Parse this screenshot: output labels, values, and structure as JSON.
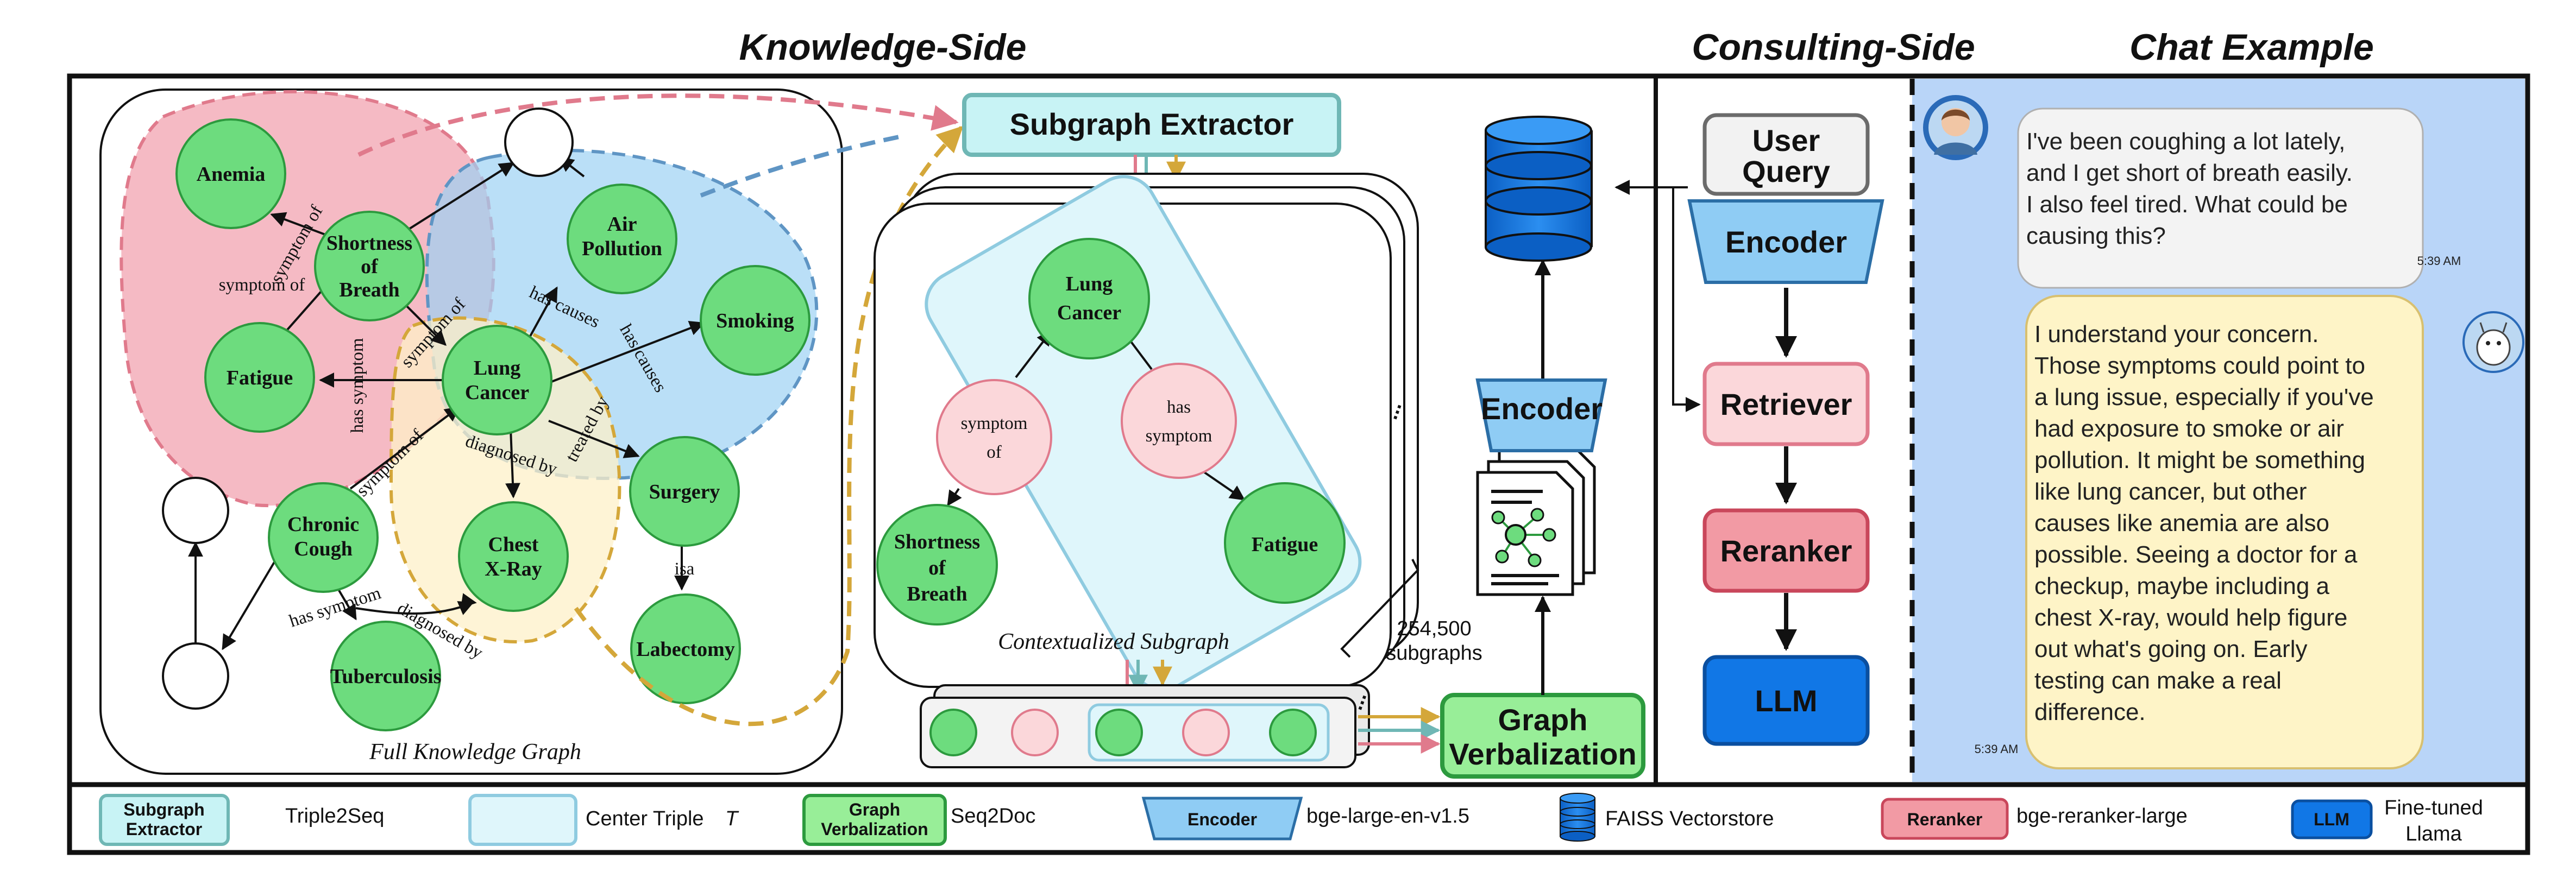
{
  "headers": {
    "knowledge_side": "Knowledge-Side",
    "consulting_side": "Consulting-Side",
    "chat_example": "Chat Example"
  },
  "knowledge_graph": {
    "caption": "Full Knowledge Graph",
    "nodes": {
      "anemia": "Anemia",
      "shortness_of_breath": [
        "Shortness",
        "of",
        "Breath"
      ],
      "fatigue": "Fatigue",
      "lung_cancer": [
        "Lung",
        "Cancer"
      ],
      "air_pollution": [
        "Air",
        "Pollution"
      ],
      "smoking": "Smoking",
      "surgery": "Surgery",
      "chronic_cough": [
        "Chronic",
        "Cough"
      ],
      "chest_xray": [
        "Chest",
        "X-Ray"
      ],
      "labectomy": "Labectomy",
      "tuberculosis": "Tuberculosis"
    },
    "relations": {
      "symptom_of": "symptom of",
      "has_symptom": "has symptom",
      "has_causes": "has causes",
      "diagnosed_by": "diagnosed by",
      "treated_by": "treated by",
      "isa": "isa"
    }
  },
  "subgraph": {
    "extractor_label": "Subgraph Extractor",
    "caption": "Contextualized Subgraph",
    "count": "254,500",
    "count_unit": "subgraphs",
    "nodes": {
      "lung_cancer": [
        "Lung",
        "Cancer"
      ],
      "symptom_of": [
        "symptom",
        "of"
      ],
      "has_symptom": [
        "has",
        "symptom"
      ],
      "shortness_of_breath": [
        "Shortness",
        "of",
        "Breath"
      ],
      "fatigue": "Fatigue"
    },
    "ellipsis": "..."
  },
  "pipeline": {
    "encoder_label": "Encoder",
    "graph_verbalization": [
      "Graph",
      "Verbalization"
    ]
  },
  "consulting": {
    "user_query": [
      "User",
      "Query"
    ],
    "encoder": "Encoder",
    "retriever": "Retriever",
    "reranker": "Reranker",
    "llm": "LLM"
  },
  "chat": {
    "user_message": [
      "I've been coughing a lot lately,",
      "and I get short of breath easily.",
      "I also feel tired. What could be",
      "causing this?"
    ],
    "user_time": "5:39 AM",
    "bot_message": [
      "I understand your concern.",
      "Those symptoms could point to",
      "a lung issue, especially if you've",
      "had exposure to smoke or air",
      "pollution. It might be something",
      "like lung cancer, but other",
      "causes like anemia are also",
      "possible. Seeing a doctor for a",
      "checkup, maybe including a",
      "chest X-ray, would help figure",
      "out what's going on. Early",
      "testing can make a real",
      "difference."
    ],
    "bot_time": "5:39 AM"
  },
  "legend": {
    "subgraph_extractor": [
      "Subgraph",
      "Extractor"
    ],
    "triple2seq": "Triple2Seq",
    "center_triple": "Center Triple",
    "center_triple_symbol": "T",
    "graph_verbalization": [
      "Graph",
      "Verbalization"
    ],
    "seq2doc": "Seq2Doc",
    "encoder": "Encoder",
    "encoder_model": "bge-large-en-v1.5",
    "faiss": "FAISS Vectorstore",
    "reranker": "Reranker",
    "reranker_model": "bge-reranker-large",
    "llm": "LLM",
    "llm_model": [
      "Fine-tuned",
      "Llama"
    ]
  },
  "colors": {
    "node_green": "#6ddc7e",
    "node_green_stroke": "#2c9a3e",
    "pink_region": "#f2a3b0",
    "blue_region": "#9dd1f4",
    "yellow_region": "#fdf0c8",
    "extractor_fill": "#c8f3f5",
    "encoder_fill": "#8fccf4",
    "retriever_fill": "#fbd7da",
    "reranker_fill": "#f29aa4",
    "llm_fill": "#1177e6",
    "chat_panel": "#b9d5f8",
    "user_bubble": "#f3f3f3",
    "bot_bubble": "#fef4c7"
  }
}
